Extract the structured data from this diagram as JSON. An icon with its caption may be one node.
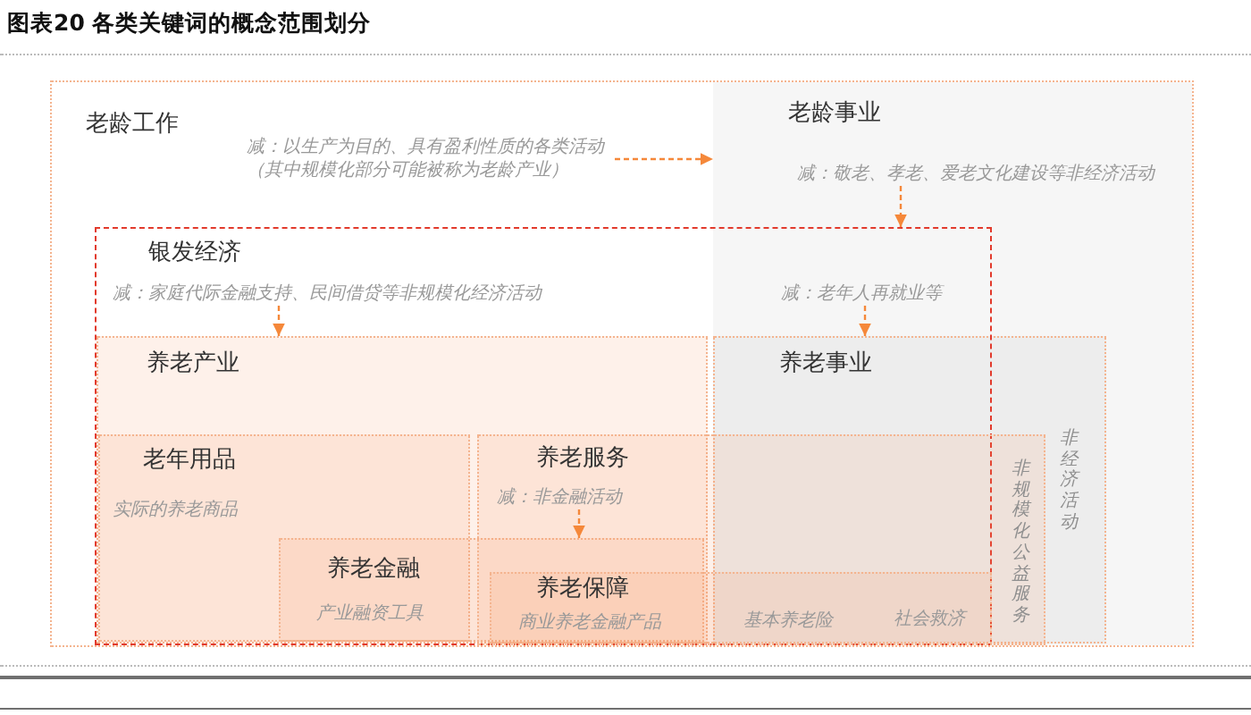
{
  "diagram": {
    "title": "图表20 各类关键词的概念范围划分",
    "nodes": [
      {
        "text": [
          "老龄工作"
        ]
      },
      {
        "text": [
          "减：以生产为目的、具有盈利性质的各类活动（其中规模化部分可能被称为老龄产业）"
        ],
        "in": 0
      },
      {
        "text": [
          "老龄事业"
        ],
        "in": 0
      },
      {
        "text": [
          "减：敬老、孝老、爱老文化建设等非经济活动"
        ],
        "in": 2
      },
      {
        "text": [
          "银发经济"
        ],
        "in": 0
      },
      {
        "text": [
          "减：家庭代际金融支持、民间借贷等非规模化经济活动"
        ],
        "in": 4
      },
      {
        "text": [
          "减：老年人再就业等"
        ]
      },
      {
        "text": [
          "养老产业"
        ],
        "in": 4
      },
      {
        "text": [
          "养老事业",
          "非经济活动"
        ],
        "in": 2
      },
      {
        "text": [
          "老年用品",
          "实际的养老商品"
        ],
        "in": 7
      },
      {
        "text": [
          "养老服务",
          "非规模化公益服务"
        ],
        "in": 0
      },
      {
        "text": [
          "减：非金融活动"
        ]
      },
      {
        "text": [
          "养老金融",
          "产业融资工具"
        ],
        "in": 7
      },
      {
        "text": [
          "养老保障",
          "商业养老金融产品",
          "基本养老险",
          "社会救济"
        ],
        "in": 10
      }
    ],
    "edges": [
      {
        "from": 1,
        "to": 2,
        "arrow": "to",
        "style": "dashed"
      },
      {
        "from": 3,
        "to": 4,
        "arrow": "to",
        "style": "dashed"
      },
      {
        "from": 5,
        "to": 7,
        "arrow": "to",
        "style": "dashed"
      },
      {
        "from": 6,
        "to": 8,
        "arrow": "to",
        "style": "dashed"
      },
      {
        "from": 11,
        "to": 12,
        "arrow": "to",
        "style": "dashed"
      }
    ]
  }
}
